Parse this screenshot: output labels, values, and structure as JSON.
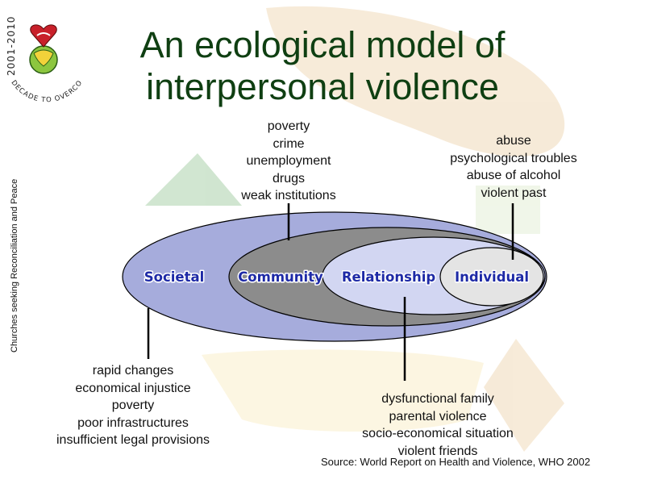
{
  "title_lines": [
    "An ecological model of",
    "interpersonal violence"
  ],
  "side_text": "Churches seeking Reconciliation and Peace",
  "logo": {
    "arc_text": "DECADE TO OVERCOME VIOLENCE",
    "years": "2001-2010",
    "icon": "dove-globe-icon"
  },
  "levels": [
    {
      "label": "Societal",
      "color": "#a6acdc"
    },
    {
      "label": "Community",
      "color": "#8c8c8c"
    },
    {
      "label": "Relationship",
      "color": "#d2d6f2"
    },
    {
      "label": "Individual",
      "color": "#e4e4e4"
    }
  ],
  "label_color": "#1e2aa6",
  "factors": {
    "community": [
      "poverty",
      "crime",
      "unemployment",
      "drugs",
      "weak institutions"
    ],
    "individual": [
      "abuse",
      "psychological troubles",
      "abuse of alcohol",
      "violent past"
    ],
    "societal": [
      "rapid changes",
      "economical injustice",
      "poverty",
      "poor infrastructures",
      "insufficient legal provisions"
    ],
    "relationship": [
      "dysfunctional family",
      "parental violence",
      "socio-economical situation",
      "violent friends"
    ]
  },
  "source": "Source: World Report on Health and Violence, WHO 2002"
}
